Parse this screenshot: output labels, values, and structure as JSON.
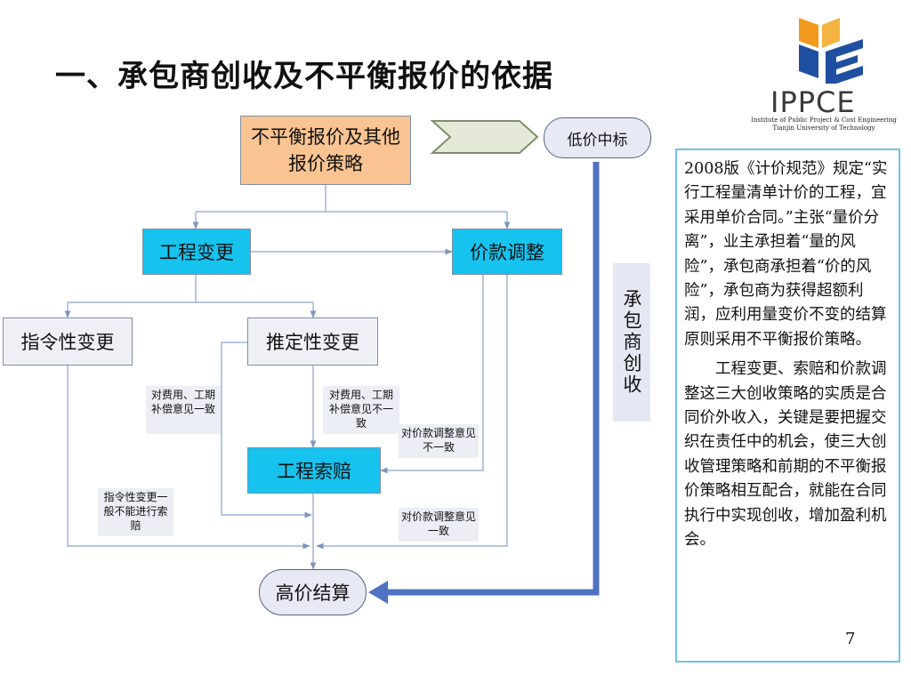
{
  "title": "一、承包商创收及不平衡报价的依据",
  "logo": {
    "name": "IPPCE",
    "line1": "Institute of Public Project & Cost Engineering",
    "line2": "Tianjin University of Technology"
  },
  "nodes": {
    "strategy": "不平衡报价及其他报价策略",
    "low_bid": "低价中标",
    "change": "工程变更",
    "price_adjust": "价款调整",
    "directive_change": "指令性变更",
    "implied_change": "推定性变更",
    "claim": "工程索赔",
    "high_settlement": "高价结算"
  },
  "notes": {
    "agree": "对费用、工期补偿意见一致",
    "disagree": "对费用、工期补偿意见不一致",
    "price_disagree": "对价款调整意见不一致",
    "directive_no_claim": "指令性变更一般不能进行索赔",
    "price_agree": "对价款调整意见一致"
  },
  "side_label": "承包商创收",
  "panel": {
    "para1": "2008版《计价规范》规定“实行工程量清单计价的工程，宜采用单价合同。”主张“量价分离”，业主承担着“量的风险”，承包商承担着“价的风险”，承包商为获得超额利润，应利用量变价不变的结算原则采用不平衡报价策略。",
    "para2": "工程变更、索赔和价款调整这三大创收策略的实质是合同价外收入，关键是要把握交织在责任中的机会，使三大创收管理策略和前期的不平衡报价策略相互配合，就能在合同执行中实现创收，增加盈利机会。"
  },
  "page_number": "7",
  "colors": {
    "cyan_box": "#16c3ef",
    "orange_box": "#f9c491",
    "connector": "#8aa4c8",
    "thick_arrow": "#4f72c2",
    "panel_border": "#6ec3e6"
  }
}
